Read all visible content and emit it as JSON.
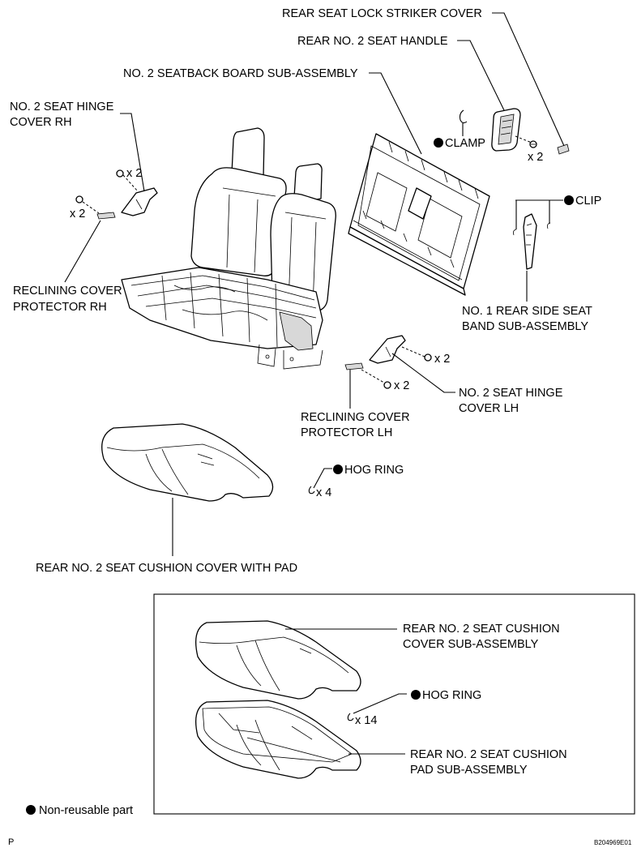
{
  "diagram": {
    "labels": {
      "lock_striker_cover": "REAR SEAT LOCK STRIKER COVER",
      "seat_handle": "REAR NO. 2 SEAT HANDLE",
      "seatback_board": "NO. 2 SEATBACK BOARD SUB-ASSEMBLY",
      "hinge_cover_rh_1": "NO. 2 SEAT HINGE",
      "hinge_cover_rh_2": "COVER RH",
      "clamp": "CLAMP",
      "clip": "CLIP",
      "reclining_protector_rh_1": "RECLINING COVER",
      "reclining_protector_rh_2": "PROTECTOR RH",
      "side_seat_band_1": "NO. 1 REAR SIDE SEAT",
      "side_seat_band_2": "BAND SUB-ASSEMBLY",
      "hinge_cover_lh_1": "NO. 2 SEAT HINGE",
      "hinge_cover_lh_2": "COVER LH",
      "reclining_protector_lh_1": "RECLINING COVER",
      "reclining_protector_lh_2": "PROTECTOR LH",
      "hog_ring": "HOG RING",
      "cushion_cover_with_pad": "REAR NO. 2 SEAT CUSHION COVER WITH PAD",
      "cushion_cover_sub_1": "REAR NO. 2 SEAT CUSHION",
      "cushion_cover_sub_2": "COVER SUB-ASSEMBLY",
      "hog_ring_inset": "HOG RING",
      "cushion_pad_sub_1": "REAR NO. 2 SEAT CUSHION",
      "cushion_pad_sub_2": "PAD SUB-ASSEMBLY"
    },
    "quantities": {
      "handle_screws": "x 2",
      "rh_hinge_screws": "x 2",
      "rh_protector_screws": "x 2",
      "lh_hinge_screws": "x 2",
      "lh_protector_screws": "x 2",
      "hog_ring_count": "x 4",
      "hog_ring_inset_count": "x 14"
    },
    "legend": "Non-reusable part",
    "footer_left": "P",
    "footer_right": "B204969E01"
  }
}
